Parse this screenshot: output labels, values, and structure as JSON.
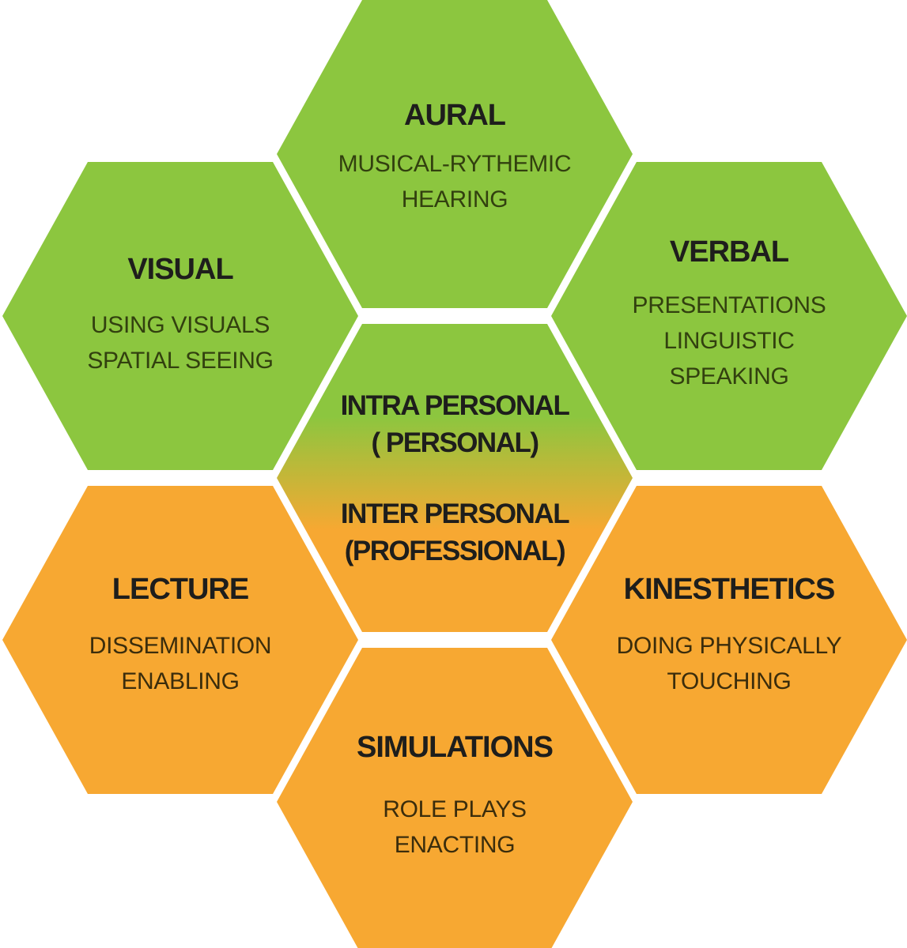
{
  "colors": {
    "background": "#ffffff",
    "green": "#8cc63f",
    "orange": "#f7a832",
    "title_text": "#1e1e1c",
    "body_text_on_green": "#32400f",
    "body_text_on_orange": "#3b2d0c",
    "center_gradient": "linear-gradient(180deg, #8cc63f 0%, #8cc63f 30%, #f7a832 67%, #f7a832 100%)"
  },
  "hexagons": [
    {
      "id": "aural",
      "title": "AURAL",
      "lines": [
        "MUSICAL-RYTHEMIC",
        "HEARING"
      ],
      "background": "#8cc63f",
      "position": "top-center"
    },
    {
      "id": "visual",
      "title": "VISUAL",
      "lines": [
        "USING VISUALS",
        "SPATIAL SEEING"
      ],
      "background": "#8cc63f",
      "position": "upper-left"
    },
    {
      "id": "verbal",
      "title": "VERBAL",
      "lines": [
        "PRESENTATIONS",
        "LINGUISTIC",
        "SPEAKING"
      ],
      "background": "#8cc63f",
      "position": "upper-right"
    },
    {
      "id": "intra-inter-personal",
      "group_top": {
        "title": "INTRA PERSONAL",
        "subtitle": "( PERSONAL)"
      },
      "group_bottom": {
        "title": "INTER PERSONAL",
        "subtitle": "(PROFESSIONAL)"
      },
      "background": "linear-gradient(180deg, #8cc63f 0%, #8cc63f 30%, #f7a832 67%, #f7a832 100%)",
      "position": "center"
    },
    {
      "id": "lecture",
      "title": "LECTURE",
      "lines": [
        "DISSEMINATION",
        "ENABLING"
      ],
      "background": "#f7a832",
      "position": "lower-left"
    },
    {
      "id": "kinesthetics",
      "title": "KINESTHETICS",
      "lines": [
        "DOING PHYSICALLY",
        "TOUCHING"
      ],
      "background": "#f7a832",
      "position": "lower-right"
    },
    {
      "id": "simulations",
      "title": "SIMULATIONS",
      "lines": [
        "ROLE PLAYS",
        "ENACTING"
      ],
      "background": "#f7a832",
      "position": "bottom-center"
    }
  ]
}
